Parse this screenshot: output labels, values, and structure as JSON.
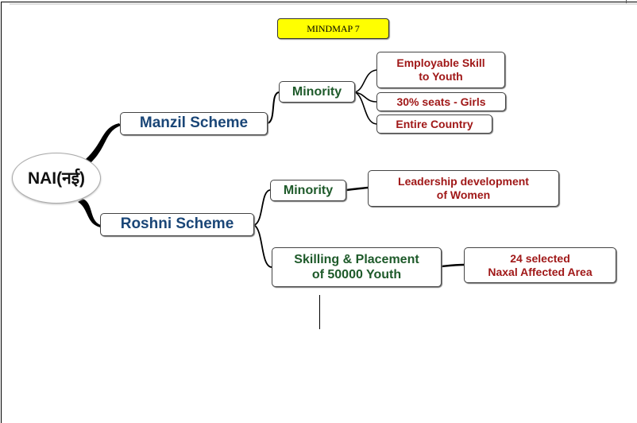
{
  "title": "MINDMAP 7",
  "root": {
    "label": "NAI(नई)"
  },
  "branches": [
    {
      "label": "Manzil Scheme",
      "children": [
        {
          "label": "Minority",
          "children": [
            {
              "label": "Employable Skill to Youth",
              "lines": [
                "Employable Skill",
                "to Youth"
              ]
            },
            {
              "label": "30% seats - Girls"
            },
            {
              "label": "Entire Country"
            }
          ]
        }
      ]
    },
    {
      "label": "Roshni Scheme",
      "children": [
        {
          "label": "Minority",
          "children": [
            {
              "label": "Leadership development of Women",
              "lines": [
                "Leadership development",
                "of Women"
              ]
            }
          ]
        },
        {
          "label": "Skilling & Placement of 50000 Youth",
          "lines": [
            "Skilling & Placement",
            "of 50000 Youth"
          ],
          "children": [
            {
              "label": "24 selected Naxal Affected Area",
              "lines": [
                "24 selected",
                "Naxal Affected Area"
              ]
            }
          ]
        }
      ]
    }
  ],
  "colors": {
    "title_bg": "#ffff00",
    "level1_text": "#1a4677",
    "level2_text": "#1e5a2a",
    "level3_text": "#a01818",
    "connector": "#000000"
  },
  "icons": {
    "connector": "curved-branch-line"
  }
}
